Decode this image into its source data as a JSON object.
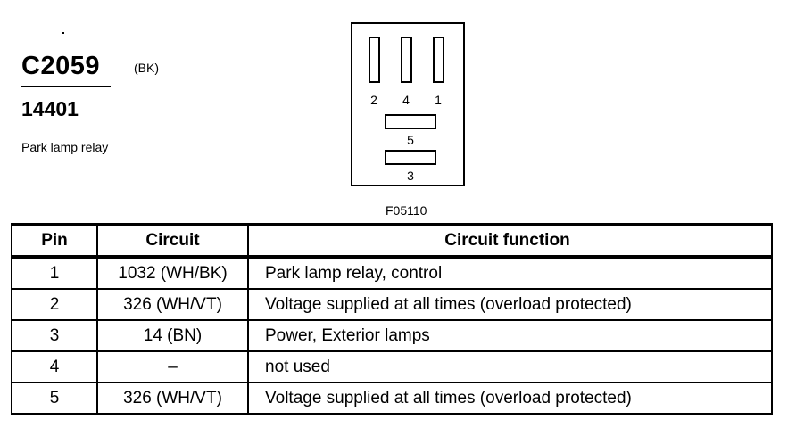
{
  "connector": {
    "id": "C2059",
    "color_code": "(BK)",
    "part_number": "14401",
    "component": "Park lamp relay",
    "figure_code": "F05110"
  },
  "pins_face": {
    "labels": [
      "2",
      "4",
      "1",
      "5",
      "3"
    ]
  },
  "table": {
    "headers": [
      "Pin",
      "Circuit",
      "Circuit function"
    ],
    "rows": [
      {
        "pin": "1",
        "circuit": "1032 (WH/BK)",
        "function": "Park lamp relay, control"
      },
      {
        "pin": "2",
        "circuit": "326 (WH/VT)",
        "function": "Voltage supplied at all times (overload protected)"
      },
      {
        "pin": "3",
        "circuit": "14 (BN)",
        "function": "Power, Exterior lamps"
      },
      {
        "pin": "4",
        "circuit": "–",
        "function": "not used"
      },
      {
        "pin": "5",
        "circuit": "326 (WH/VT)",
        "function": "Voltage supplied at all times (overload protected)"
      }
    ]
  }
}
